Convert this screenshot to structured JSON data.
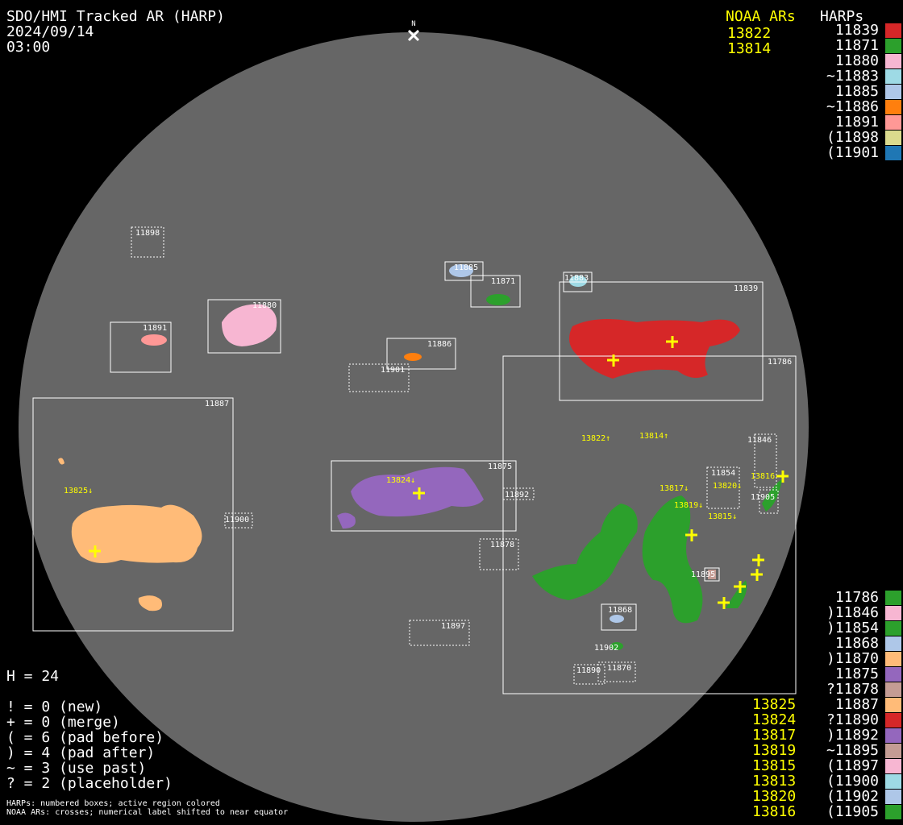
{
  "header": {
    "title": "SDO/HMI Tracked AR (HARP)",
    "date": "2024/09/14",
    "time": "03:00",
    "north_label": "N"
  },
  "noaa_top": {
    "title": "NOAA ARs",
    "items": [
      "13822",
      "13814"
    ]
  },
  "harps_top": {
    "title": "HARPs",
    "items": [
      {
        "label": "11839",
        "color": "#d62728"
      },
      {
        "label": "11871",
        "color": "#2ca02c"
      },
      {
        "label": "11880",
        "color": "#f7b6d2"
      },
      {
        "label": "~11883",
        "color": "#9edae5"
      },
      {
        "label": "11885",
        "color": "#aec7e8"
      },
      {
        "label": "~11886",
        "color": "#ff7f0e"
      },
      {
        "label": "11891",
        "color": "#ff9896"
      },
      {
        "label": "(11898",
        "color": "#dbdb8d"
      },
      {
        "label": "(11901",
        "color": "#1f77b4"
      }
    ]
  },
  "harps_bottom": [
    {
      "label": "11786",
      "color": "#2ca02c"
    },
    {
      "label": ")11846",
      "color": "#f7b6d2"
    },
    {
      "label": ")11854",
      "color": "#2ca02c"
    },
    {
      "label": "11868",
      "color": "#aec7e8"
    },
    {
      "label": ")11870",
      "color": "#ffbb78"
    },
    {
      "label": "11875",
      "color": "#9467bd"
    },
    {
      "label": "?11878",
      "color": "#c49c94"
    },
    {
      "label": "11887",
      "color": "#ffbb78"
    },
    {
      "label": "?11890",
      "color": "#d62728"
    },
    {
      "label": ")11892",
      "color": "#9467bd"
    },
    {
      "label": "~11895",
      "color": "#c49c94"
    },
    {
      "label": "(11897",
      "color": "#f7b6d2"
    },
    {
      "label": "(11900",
      "color": "#9edae5"
    },
    {
      "label": "(11902",
      "color": "#aec7e8"
    },
    {
      "label": "(11905",
      "color": "#2ca02c"
    }
  ],
  "noaa_bottom": [
    "13825",
    "13824",
    "13817",
    "13819",
    "13815",
    "13813",
    "13820",
    "13816"
  ],
  "stats": {
    "h": "H = 24",
    "lines": [
      "! = 0 (new)",
      "+ = 0 (merge)",
      "( = 6 (pad before)",
      ") = 4 (pad after)",
      "~ = 3 (use past)",
      "? = 2 (placeholder)"
    ]
  },
  "footer": [
    "HARPs: numbered boxes; active region colored",
    "NOAA ARs: crosses; numerical label shifted to near equator"
  ],
  "map": {
    "harp_labels": {
      "h11898": "11898",
      "h11885": "11885",
      "h11871": "11871",
      "h11883": "11883",
      "h11839": "11839",
      "h11880": "11880",
      "h11891": "11891",
      "h11886": "11886",
      "h11901": "11901",
      "h11786": "11786",
      "h11887": "11887",
      "h11875": "11875",
      "h11892": "11892",
      "h11900": "11900",
      "h11878": "11878",
      "h11846": "11846",
      "h11854": "11854",
      "h11905": "11905",
      "h11895": "11895",
      "h11868": "11868",
      "h11902": "11902",
      "h11897": "11897",
      "h11890": "11890",
      "h11870": "11870"
    },
    "noaa_labels": {
      "n13825": "13825↓",
      "n13824": "13824↓",
      "n13822": "13822↑",
      "n13814": "13814↑",
      "n13817": "13817↓",
      "n13819": "13819↓",
      "n13815": "13815↓",
      "n13820": "13820↓",
      "n13816": "13816"
    }
  }
}
